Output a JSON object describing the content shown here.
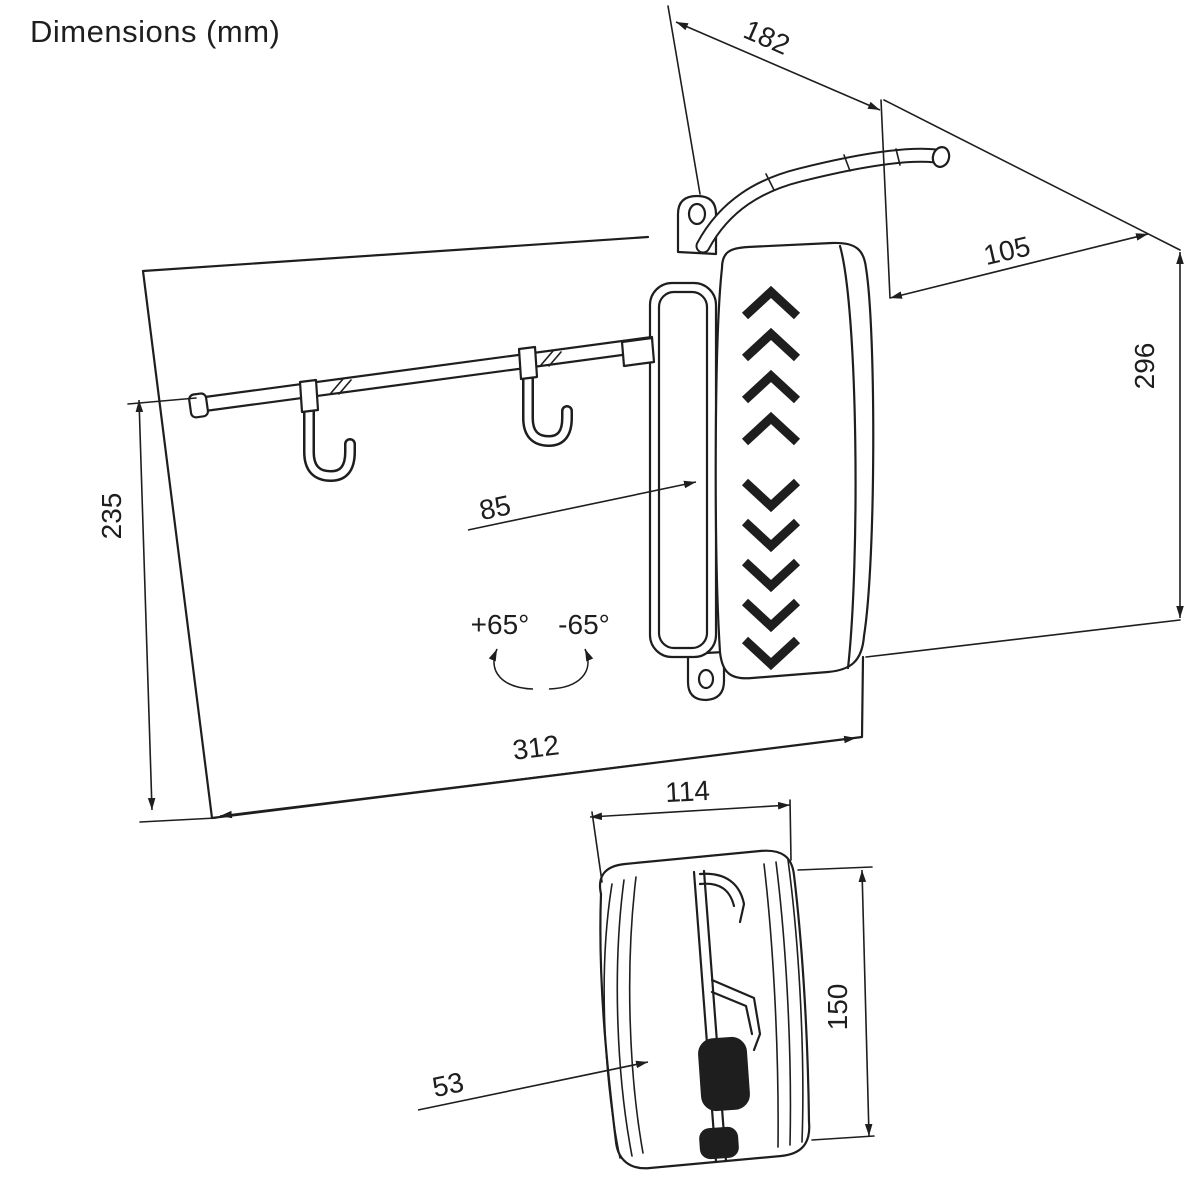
{
  "title": "Dimensions (mm)",
  "labels": {
    "dim_182": "182",
    "dim_105": "105",
    "dim_296": "296",
    "dim_235": "235",
    "dim_85": "85",
    "rot_plus": "+65°",
    "rot_minus": "-65°",
    "dim_312": "312",
    "dim_114": "114",
    "dim_150": "150",
    "dim_53": "53"
  },
  "colors": {
    "ink": "#1e1e1e",
    "background": "#ffffff"
  }
}
